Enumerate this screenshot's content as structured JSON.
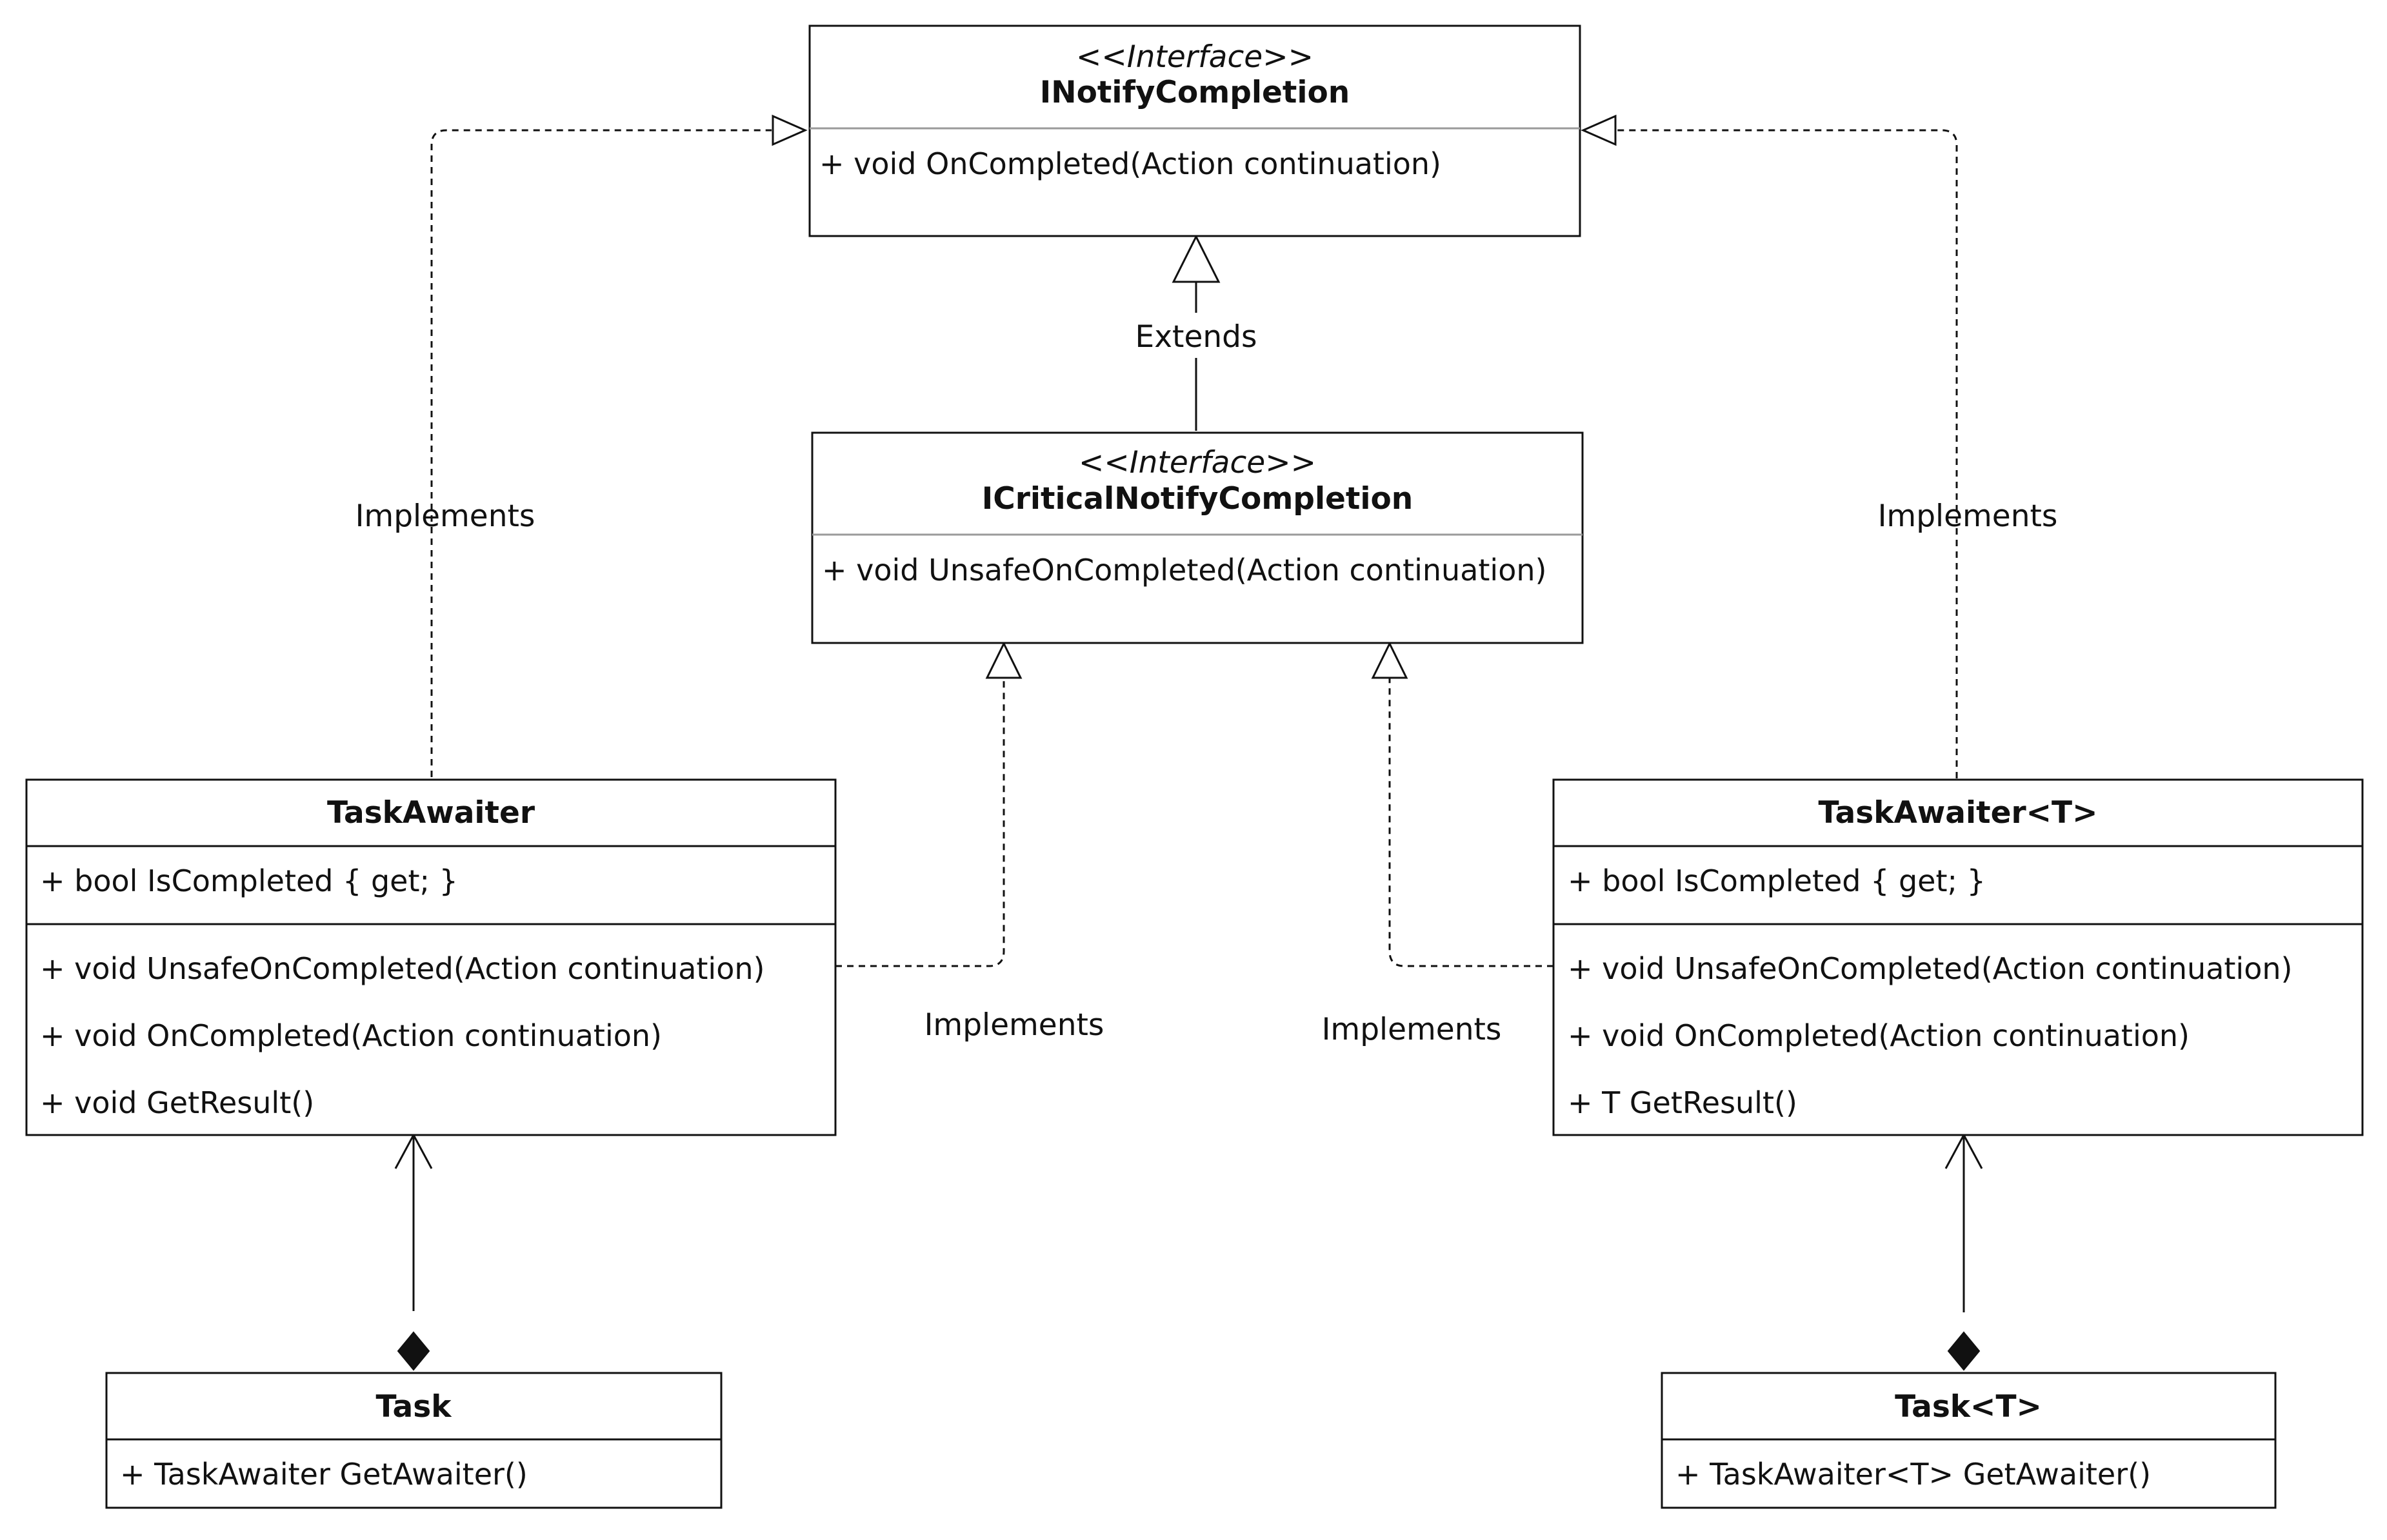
{
  "classes": {
    "inotify": {
      "stereotype": "<<Interface>>",
      "name": "INotifyCompletion",
      "members": [
        "+ void OnCompleted(Action continuation)"
      ]
    },
    "icritical": {
      "stereotype": "<<Interface>>",
      "name": "ICriticalNotifyCompletion",
      "members": [
        "+ void UnsafeOnCompleted(Action continuation)"
      ]
    },
    "taskawaiter": {
      "name": "TaskAwaiter",
      "properties": [
        "+ bool IsCompleted { get; }"
      ],
      "methods": [
        "+ void UnsafeOnCompleted(Action continuation)",
        "+ void OnCompleted(Action continuation)",
        "+ void GetResult()"
      ]
    },
    "taskawaiter_t": {
      "name": "TaskAwaiter<T>",
      "properties": [
        "+ bool IsCompleted { get; }"
      ],
      "methods": [
        "+ void UnsafeOnCompleted(Action continuation)",
        "+ void OnCompleted(Action continuation)",
        "+ T GetResult()"
      ]
    },
    "task": {
      "name": "Task",
      "members": [
        "+ TaskAwaiter GetAwaiter()"
      ]
    },
    "task_t": {
      "name": "Task<T>",
      "members": [
        "+ TaskAwaiter<T> GetAwaiter()"
      ]
    }
  },
  "relations": {
    "extends_label": "Extends",
    "impl_left_top": "Implements",
    "impl_right_top": "Implements",
    "impl_left_critical": "Implements",
    "impl_right_critical": "Implements"
  },
  "colors": {
    "stroke": "#111111",
    "divider": "#9a9a9a",
    "background": "#ffffff"
  }
}
